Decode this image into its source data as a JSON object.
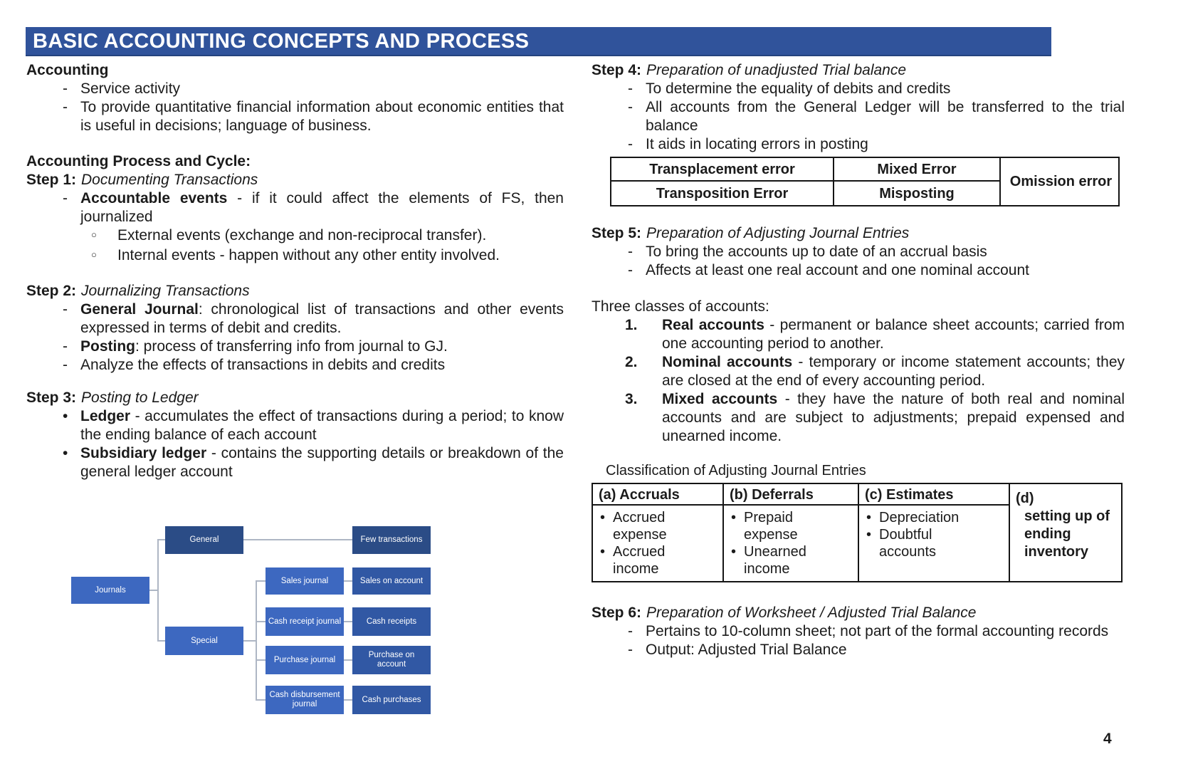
{
  "banner": {
    "title": "BASIC ACCOUNTING CONCEPTS AND PROCESS"
  },
  "page": {
    "number": "4"
  },
  "colors": {
    "banner_bg": "#30539B",
    "banner_text": "#FFFFFF",
    "box_bright": "#3D68C0",
    "box_dark": "#2B4C86",
    "box_mid": "#3158A4",
    "connector": "#AEB6C4",
    "table_border": "#151515",
    "text": "#1B1B1B"
  },
  "left": {
    "accounting": {
      "heading": "Accounting",
      "bullets": [
        "Service activity",
        "To provide quantitative financial information about economic entities that is useful in decisions; language of business."
      ]
    },
    "process_heading": "Accounting Process and Cycle:",
    "step1": {
      "label": "Step 1:",
      "title": "Documenting Transactions",
      "item_lead": "Accountable events",
      "item_rest": " - if it could affect the elements of FS, then journalized",
      "subs": [
        "External events (exchange and non-reciprocal transfer).",
        "Internal events - happen without any other entity involved."
      ]
    },
    "step2": {
      "label": "Step 2:",
      "title": "Journalizing Transactions",
      "items": [
        {
          "lead": "General Journal",
          "rest": ": chronological list of transactions and other events expressed in terms of debit and credits."
        },
        {
          "lead": "Posting",
          "rest": ": process of transferring info from journal to GJ."
        },
        {
          "lead": "",
          "rest": "Analyze the effects of transactions in debits and credits"
        }
      ]
    },
    "step3": {
      "label": "Step 3:",
      "title": "Posting to Ledger",
      "items": [
        {
          "lead": "Ledger",
          "rest": " - accumulates the effect of transactions during a period; to know the ending balance of each account"
        },
        {
          "lead": "Subsidiary ledger",
          "rest": " - contains the supporting details or breakdown of the general ledger account"
        }
      ]
    },
    "diagram": {
      "journals": "Journals",
      "general": "General",
      "few_transactions": "Few transactions",
      "special": "Special",
      "sales_journal": "Sales journal",
      "sales_on_account": "Sales on account",
      "cash_receipt_journal": "Cash receipt journal",
      "cash_receipts": "Cash receipts",
      "purchase_journal": "Purchase journal",
      "purchase_on_account": "Purchase on account",
      "cash_disbursement_journal": "Cash disbursement journal",
      "cash_purchases": "Cash purchases"
    }
  },
  "right": {
    "step4": {
      "label": "Step 4:",
      "title": "Preparation of unadjusted Trial balance",
      "bullets": [
        "To determine the equality of debits and credits",
        "All accounts from the General Ledger will be transferred to the trial balance",
        "It aids in locating errors in posting"
      ],
      "error_table": {
        "row1": [
          "Transplacement error",
          "Mixed Error"
        ],
        "row2": [
          "Transposition Error",
          "Misposting"
        ],
        "merged": "Omission error"
      }
    },
    "step5": {
      "label": "Step 5:",
      "title": "Preparation of Adjusting Journal Entries",
      "bullets": [
        "To bring the accounts up to date of an accrual basis",
        "Affects at least one real account and one nominal account"
      ]
    },
    "three_classes": {
      "heading": "Three classes of accounts:",
      "items": [
        {
          "num": "1.",
          "lead": "Real accounts",
          "rest": " - permanent or balance sheet accounts; carried from one accounting period to another."
        },
        {
          "num": "2.",
          "lead": "Nominal accounts",
          "rest": " - temporary or income statement accounts; they are closed at the end of every accounting period."
        },
        {
          "num": "3.",
          "lead": "Mixed accounts",
          "rest": " - they have the nature of both real and nominal accounts and are subject to adjustments; prepaid expensed and unearned income."
        }
      ]
    },
    "classification": {
      "caption": "Classification of Adjusting Journal Entries",
      "headers": [
        "(a) Accruals",
        "(b) Deferrals",
        "(c) Estimates"
      ],
      "d_label": "(d)",
      "d_text": "setting up of ending inventory",
      "cells": {
        "a": [
          "Accrued expense",
          "Accrued income"
        ],
        "b": [
          "Prepaid expense",
          "Unearned income"
        ],
        "c": [
          "Depreciation",
          "Doubtful accounts"
        ]
      }
    },
    "step6": {
      "label": "Step 6:",
      "title": "Preparation of Worksheet / Adjusted Trial Balance",
      "bullets": [
        "Pertains to 10-column sheet; not part of the formal accounting records",
        "Output: Adjusted Trial Balance"
      ]
    }
  }
}
